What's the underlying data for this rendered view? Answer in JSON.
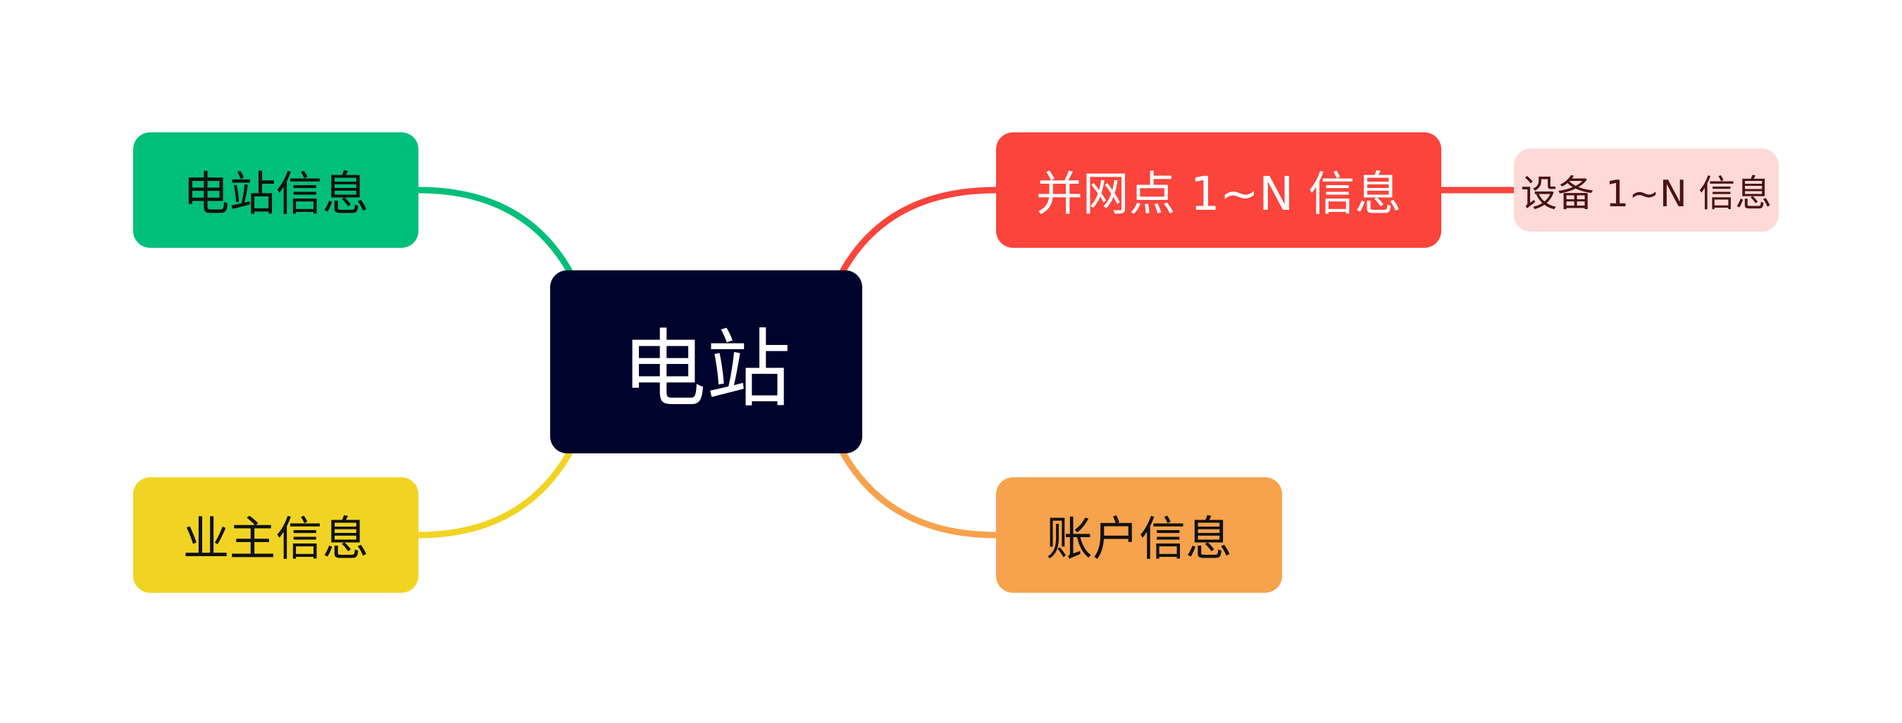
{
  "mindmap": {
    "root": {
      "label": "电站",
      "bg_color": "#00032b",
      "text_color": "#ffffff"
    },
    "branches": [
      {
        "id": "station-info",
        "label": "电站信息",
        "bg_color": "#00bf7a",
        "text_color": "#111111",
        "edge_color": "#00bf7a"
      },
      {
        "id": "owner-info",
        "label": "业主信息",
        "bg_color": "#f1d423",
        "text_color": "#111111",
        "edge_color": "#f1d423"
      },
      {
        "id": "grid-point-info",
        "label": "并网点 1~N 信息",
        "bg_color": "#fa443c",
        "text_color": "#ffffff",
        "edge_color": "#fa443c",
        "children": [
          {
            "id": "device-info",
            "label": "设备 1~N 信息",
            "bg_color": "#fed9d7",
            "text_color": "#4a1212",
            "edge_color": "#fa443c"
          }
        ]
      },
      {
        "id": "account-info",
        "label": "账户信息",
        "bg_color": "#f7a24c",
        "text_color": "#111111",
        "edge_color": "#f7a24c"
      }
    ]
  }
}
